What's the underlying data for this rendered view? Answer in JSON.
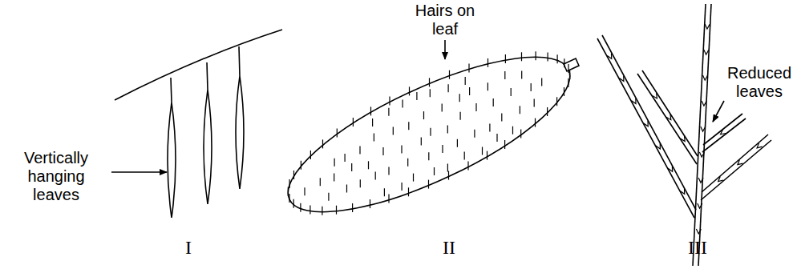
{
  "diagram": {
    "labels": [
      "Vertically hanging leaves",
      "Hairs on leaf",
      "Reduced leaves",
      "I",
      "II",
      "III"
    ]
  }
}
